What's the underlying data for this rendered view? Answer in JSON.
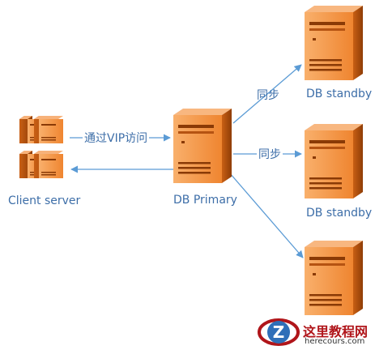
{
  "diagram": {
    "colors": {
      "server_light": "#f7a25a",
      "server_mid": "#ec7a22",
      "server_dark": "#a44708",
      "arrow": "#5b9bd5",
      "label": "#3d6ea8"
    },
    "nodes": {
      "client": {
        "label": "Client server",
        "icon": "server-rack-icon"
      },
      "primary": {
        "label": "DB Primary",
        "icon": "server-icon"
      },
      "standby1": {
        "label": "DB standby",
        "icon": "server-icon"
      },
      "standby2": {
        "label": "DB standby",
        "icon": "server-icon"
      },
      "standby3": {
        "label": "",
        "icon": "server-icon"
      }
    },
    "edges": {
      "client_to_primary": "通过VIP访问",
      "primary_to_standby1": "同步",
      "primary_to_standby2": "同步"
    }
  },
  "watermark": {
    "logo_text": "这里教程网",
    "url": "herecours.com",
    "icon": "z-logo-icon",
    "color": "#b0151a"
  }
}
